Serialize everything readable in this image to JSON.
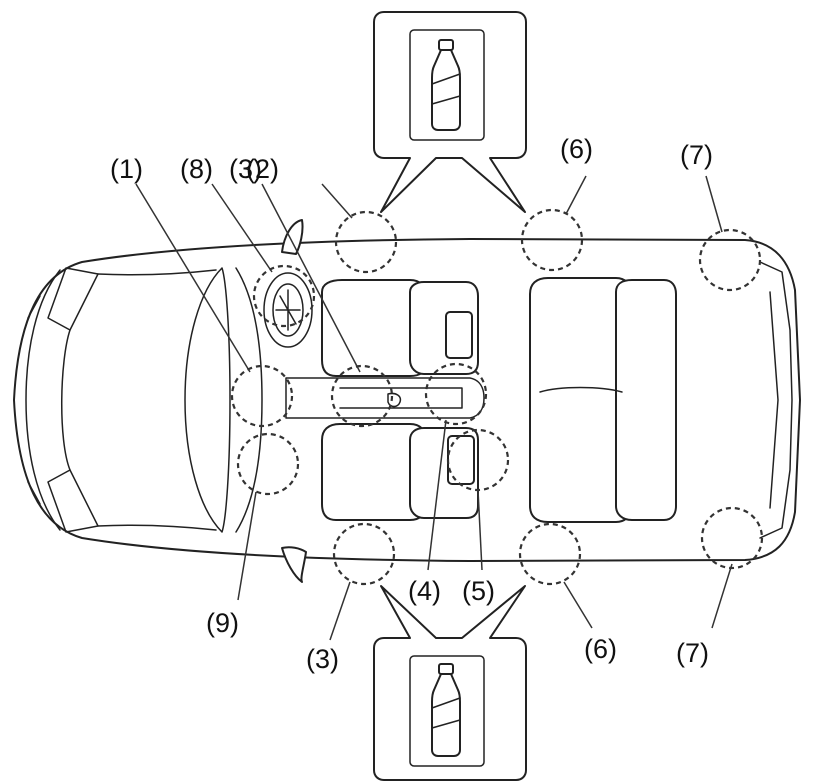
{
  "labels": {
    "l1": "(1)",
    "l8": "(8)",
    "l3top": "(3)",
    "l2": "(2)",
    "l6top": "(6)",
    "l7top": "(7)",
    "l9": "(9)",
    "l4": "(4)",
    "l5": "(5)",
    "l3bottom": "(3)",
    "l6bottom": "(6)",
    "l7bottom": "(7)"
  },
  "insets": {
    "top_icon": "bottle-icon",
    "bottom_icon": "bottle-icon"
  },
  "colors": {
    "stroke": "#222222",
    "background": "#ffffff"
  }
}
